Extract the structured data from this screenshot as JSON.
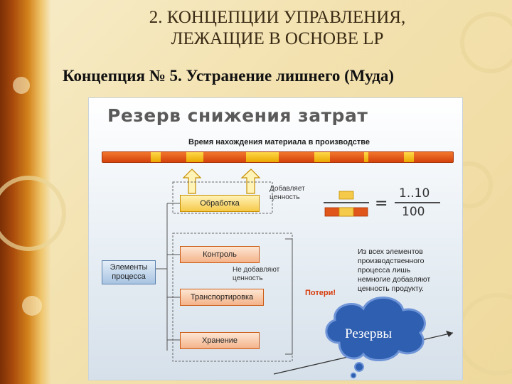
{
  "slide": {
    "title_line1": "2. КОНЦЕПЦИИ УПРАВЛЕНИЯ,",
    "title_line2": "ЛЕЖАЩИЕ В ОСНОВЕ LP",
    "subtitle": "Концепция № 5. Устранение лишнего (Муда)"
  },
  "diagram": {
    "heading": "Резерв снижения затрат",
    "bar_caption": "Время нахождения материала в производстве",
    "value_added_box": "Обработка",
    "value_added_label_line1": "Добавляет",
    "value_added_label_line2": "ценность",
    "elements_label_line1": "Элементы",
    "elements_label_line2": "процесса",
    "control_box": "Контроль",
    "transport_box": "Транспортировка",
    "storage_box": "Хранение",
    "non_value_label_line1": "Не добавляют",
    "non_value_label_line2": "ценность",
    "losses_label": "Потери!",
    "fraction_numerator": "1..10",
    "fraction_denominator": "100",
    "note_lines": [
      "Из всех элементов",
      "производственного",
      "процесса лишь",
      "немногие добавляют",
      "ценность продукту."
    ],
    "reserves_label": "Резервы"
  },
  "colors": {
    "accent_orange": "#e0561a",
    "accent_yellow": "#f5c94a",
    "cloud_blue": "#2f5fb0",
    "loss_red": "#d73b0a"
  }
}
